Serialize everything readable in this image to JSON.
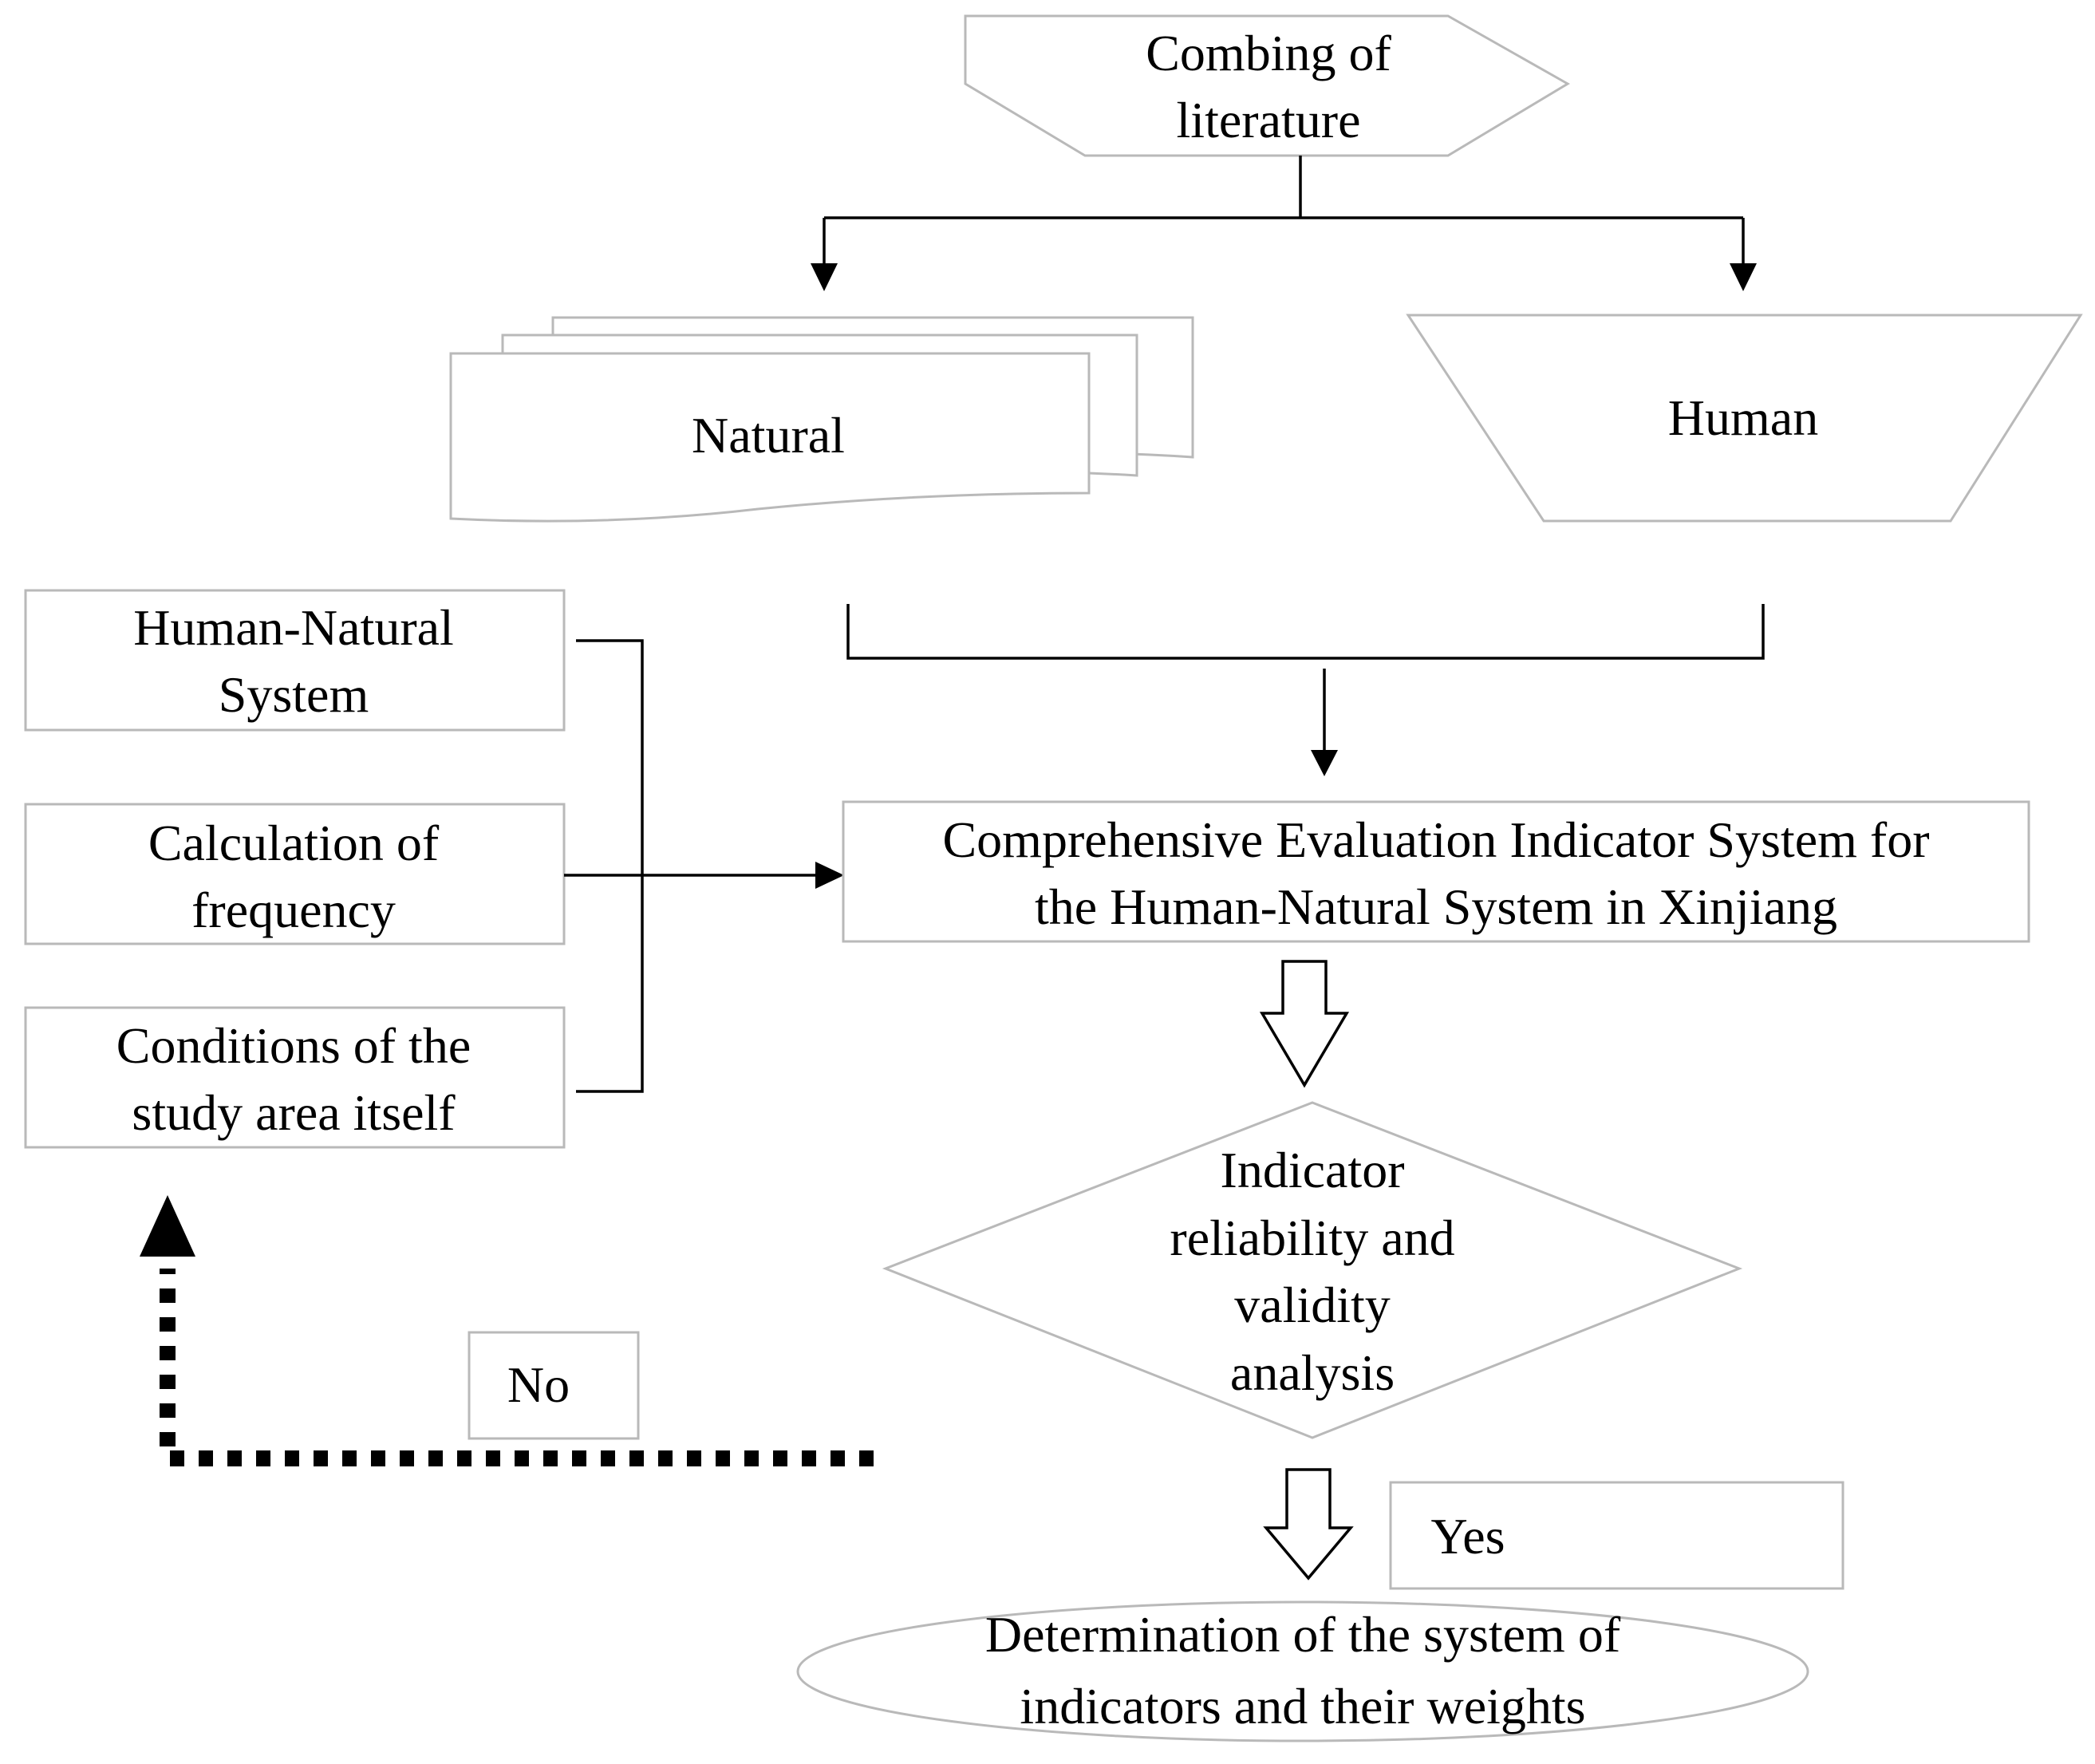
{
  "nodes": {
    "literature": [
      "Combing of",
      "literature"
    ],
    "natural": "Natural",
    "human": "Human",
    "hn_system": [
      "Human-Natural",
      "System"
    ],
    "frequency": [
      "Calculation of",
      "frequency"
    ],
    "conditions": [
      "Conditions of the",
      "study area itself"
    ],
    "indicator_system": [
      "Comprehensive Evaluation Indicator System for",
      "the Human-Natural System in Xinjiang"
    ],
    "analysis": [
      "Indicator",
      "reliability and",
      "validity",
      "analysis"
    ],
    "no_label": "No",
    "yes_label": "Yes",
    "result": [
      "Determination of the system of",
      "indicators and their weights"
    ]
  }
}
